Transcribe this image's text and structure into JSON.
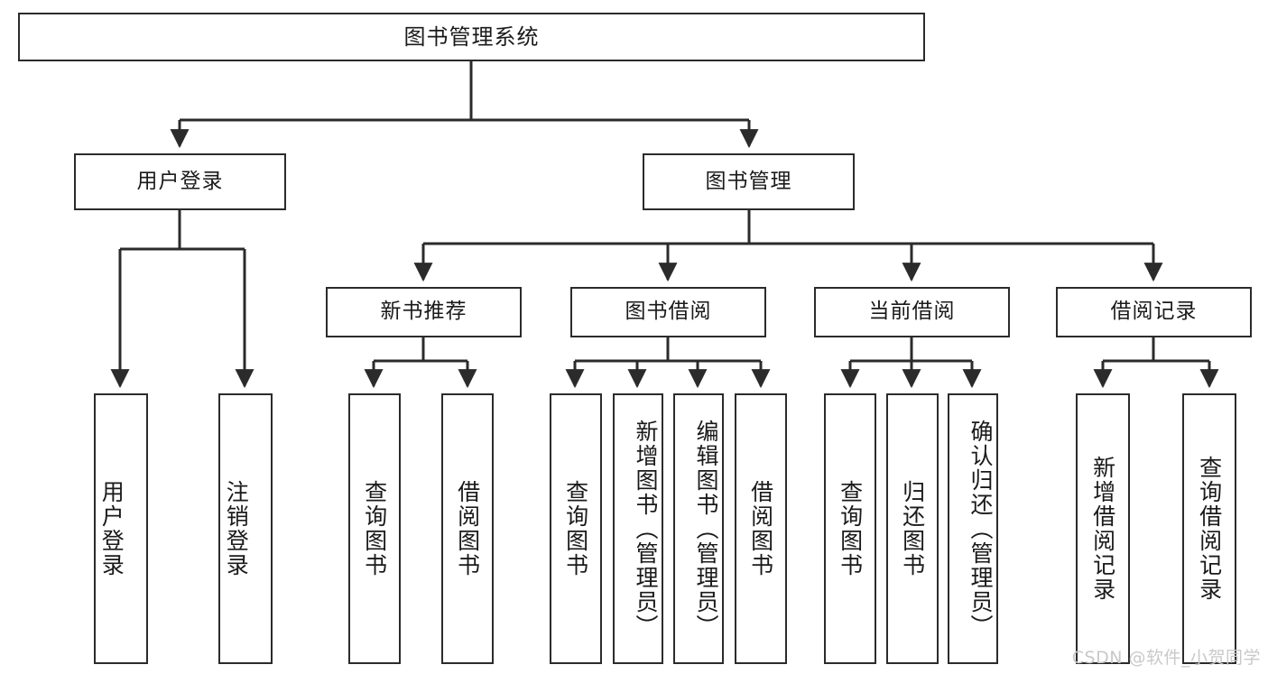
{
  "diagram": {
    "title": "图书管理系统",
    "type": "hierarchy-tree",
    "colors": {
      "stroke": "#2b2b2b",
      "fill": "#ffffff",
      "text": "#1a1a1a",
      "watermark": "#c9c9c9"
    },
    "levels": {
      "level1": [
        {
          "id": "root",
          "label": "图书管理系统"
        }
      ],
      "level2": [
        {
          "id": "user-login",
          "label": "用户登录"
        },
        {
          "id": "book-manage",
          "label": "图书管理"
        }
      ],
      "level3": [
        {
          "id": "new-book-rec",
          "label": "新书推荐"
        },
        {
          "id": "book-borrow",
          "label": "图书借阅"
        },
        {
          "id": "current-borrow",
          "label": "当前借阅"
        },
        {
          "id": "borrow-record",
          "label": "借阅记录"
        }
      ],
      "leaves": [
        {
          "id": "leaf-user-login",
          "label": "用户登录"
        },
        {
          "id": "leaf-logout",
          "label": "注销登录"
        },
        {
          "id": "leaf-query-book-1",
          "label": "查询图书"
        },
        {
          "id": "leaf-borrow-book-1",
          "label": "借阅图书"
        },
        {
          "id": "leaf-query-book-2",
          "label": "查询图书"
        },
        {
          "id": "leaf-add-book",
          "label": "新增图书（管理员）"
        },
        {
          "id": "leaf-edit-book",
          "label": "编辑图书（管理员）"
        },
        {
          "id": "leaf-borrow-book-2",
          "label": "借阅图书"
        },
        {
          "id": "leaf-query-book-3",
          "label": "查询图书"
        },
        {
          "id": "leaf-return-book",
          "label": "归还图书"
        },
        {
          "id": "leaf-confirm-return",
          "label": "确认归还（管理员）"
        },
        {
          "id": "leaf-add-record",
          "label": "新增借阅记录"
        },
        {
          "id": "leaf-query-record",
          "label": "查询借阅记录"
        }
      ]
    },
    "watermark": "CSDN @软件_小贺同学"
  }
}
